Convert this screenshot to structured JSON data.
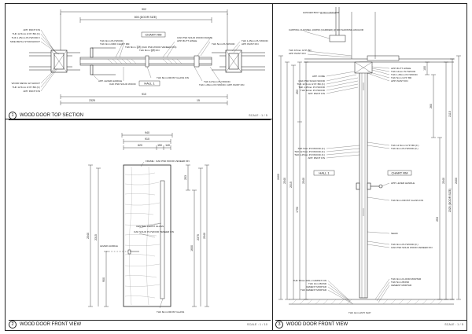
{
  "panels": {
    "top_section": {
      "number": "1",
      "title": "WOOD DOOR TOP SECTION",
      "scale": "SCALE : 1 / 5",
      "dims": {
        "overall_top": "902",
        "door_size": "800 (DOOR SIZE)",
        "bottom_main": "910",
        "bottom_left": "2325",
        "bottom_right": "15"
      },
      "rooms": [
        "CHART RM",
        "HALL 1"
      ],
      "labels_left": [
        "APP. PAINT FIN",
        "THK 12.5mm GYP. BD (F.)",
        "THK 1.25mm PLYWOOD F",
        "SIDE METAL STUD/GROUT",
        "WOOD METAL W/ GROUT",
        "THK 12.5mm GYP. BD (F.)",
        "APP. PAINT FIN"
      ],
      "labels_center": [
        "THK 9mm PLYWOOD",
        "THK 9mm MDF CHART RM",
        "THK 8mm 걸레 (OAK PSD WOOD VENEER FIN)",
        "THK 8mm 걸레 FIN",
        "OAK PSD SOLID WOOD FRAME",
        "APP. BUTT HINGE",
        "THK 5mm PLYWOOD",
        "THK 1.25mm PLYWOOD",
        "APP. PAINT FIN"
      ],
      "labels_bottom": [
        "APP. LEVER HANDLE",
        "OAK PSD SOLID WOOD",
        "THK 8mm FROST GLASS FIN",
        "THK 12.5mm PLYWOOD",
        "THK 1.25mm PLYWOOD / APP. PAINT FIN"
      ]
    },
    "front_view": {
      "number": "2",
      "title": "WOOD DOOR FRONT VIEW",
      "scale": "SCALE : 1 / 10",
      "dims": {
        "top_overall": "940",
        "top_inner": "910",
        "top_a": "620",
        "top_b": "150",
        "top_c": "140",
        "right_top": "253",
        "right_mid": "1600",
        "right_lower": "2375",
        "right_all": "2340",
        "left_all": "2340",
        "left_inner": "2315",
        "left_low": "900"
      },
      "labels": [
        "FRAME : OAK PSD WOOD VENEER FIN",
        "LEVER HANDLE",
        "OAK SOLID PLYWOOD VENEER FIN",
        "CENTER: FROST GLASS",
        "THK 8mm FROST GLASS"
      ]
    },
    "side_section": {
      "number": "3",
      "title": "WOOD DOOR FRONT VIEW",
      "scale": "SCALE : 1 / 5",
      "rooms": [
        "HALL 1",
        "CHART RM"
      ],
      "labels_top": [
        "HANGER BOLT @ 9mm ANCHOR",
        "CAPPING CHANNEL 100X50 (CARRIER) @ 900 SHOWING ANCHOR",
        "THK 9.5mm GYP. BD",
        "APP. PAINT FIN"
      ],
      "labels_right": [
        "APP. BUTT HINGE",
        "THK 12mm PLYWOOD",
        "THK 1.25mm PLYWOOD",
        "THK 5mm GYP. BD",
        "APP. PAINT FIN",
        "THK 12.5mm GYP. BD (F.)",
        "THK 9mm PLYWOOD (F.)",
        "APP. LEVER HANDLE",
        "THK 8mm FROST GLASS FIN",
        "SEAM",
        "THK 9mm PLYWOOD (F.)",
        "OAK PSD SOLID WOOD VENEER FIN",
        "THK 9mm FLOOR MORTAR",
        "THK 5mm BOND",
        "CEMENT MORTAR"
      ],
      "labels_left": [
        "APP. CORE",
        "OAK PSD SOLID WOOD",
        "THK 12.5mm GYP. BD (F.)",
        "THK 1.25mm PLYWOOD",
        "THK 12mm PLYWOOD",
        "APP. PAINT FIN",
        "THK 9mm PLYWOOD (F.)",
        "THK 12.5mm PLYWOOD (F.)",
        "THK 1.25mm PLYWOOD (F.)",
        "APP. PAINT FIN",
        "THK 75mm ROLL CARPET FIN",
        "THK 3mm BOND",
        "CEMENT MORTAR",
        "THK CEMENT MORTAR"
      ],
      "bottom_note": "THK 4mm ANTI SLIP",
      "dims_right": [
        "100",
        "260",
        "253",
        "2340",
        "2115",
        "2325 (DOOR SIZE)",
        "2400"
      ],
      "dims_left": [
        "2400",
        "2340",
        "2315",
        "1790",
        "253",
        "2340"
      ]
    }
  },
  "colors": {
    "line": "#222222",
    "paper": "#ffffff"
  }
}
